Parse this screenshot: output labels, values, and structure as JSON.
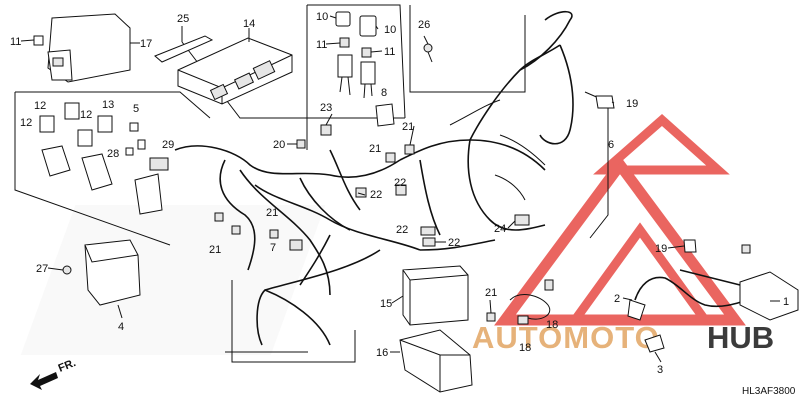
{
  "diagram_code": "HL3AF3800",
  "direction_label": "FR.",
  "watermark": {
    "text_a": "AUTOMOTO",
    "text_b": "HUB",
    "color_red": "#e8554f",
    "color_dark": "#3b3b3b",
    "color_tan": "#e6b27a"
  },
  "callouts": [
    "1",
    "2",
    "3",
    "4",
    "5",
    "6",
    "7",
    "8",
    "10",
    "11",
    "12",
    "13",
    "14",
    "15",
    "16",
    "17",
    "18",
    "19",
    "20",
    "21",
    "22",
    "23",
    "24",
    "25",
    "26",
    "27",
    "28",
    "29"
  ],
  "labels": {
    "c17": "17",
    "c11a": "11",
    "c25": "25",
    "c14": "14",
    "c10a": "10",
    "c10b": "10",
    "c11b": "11",
    "c11c": "11",
    "c26": "26",
    "c19a": "19",
    "c6": "6",
    "c12a": "12",
    "c12b": "12",
    "c12c": "12",
    "c13": "13",
    "c5": "5",
    "c28": "28",
    "c29": "29",
    "c23": "23",
    "c8": "8",
    "c21a": "21",
    "c20": "20",
    "c21b": "21",
    "c22a": "22",
    "c22b": "22",
    "c22c": "22",
    "c22d": "22",
    "c21c": "21",
    "c21d": "21",
    "c7": "7",
    "c24": "24",
    "c19b": "19",
    "c27": "27",
    "c4": "4",
    "c15": "15",
    "c16": "16",
    "c21e": "21",
    "c18a": "18",
    "c18b": "18",
    "c1": "1",
    "c2": "2",
    "c3": "3"
  }
}
